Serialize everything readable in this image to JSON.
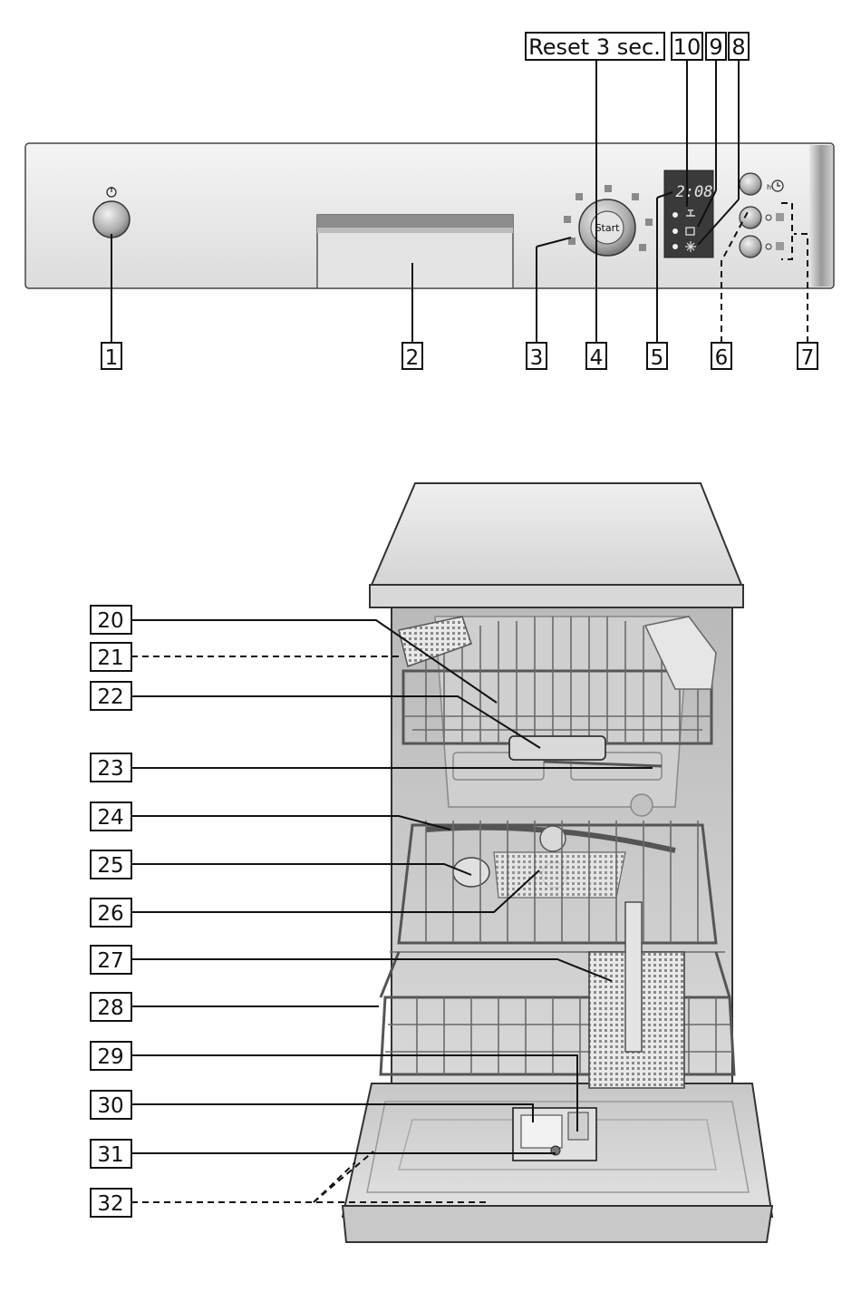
{
  "panel": {
    "top_labels": {
      "reset": "Reset 3 sec.",
      "n10": "10",
      "n9": "9",
      "n8": "8"
    },
    "start_label": "Start",
    "display_value": "2:08",
    "callouts": [
      "1",
      "2",
      "3",
      "4",
      "5",
      "6",
      "7"
    ]
  },
  "interior": {
    "callouts": [
      "20",
      "21",
      "22",
      "23",
      "24",
      "25",
      "26",
      "27",
      "28",
      "29",
      "30",
      "31",
      "32"
    ]
  }
}
